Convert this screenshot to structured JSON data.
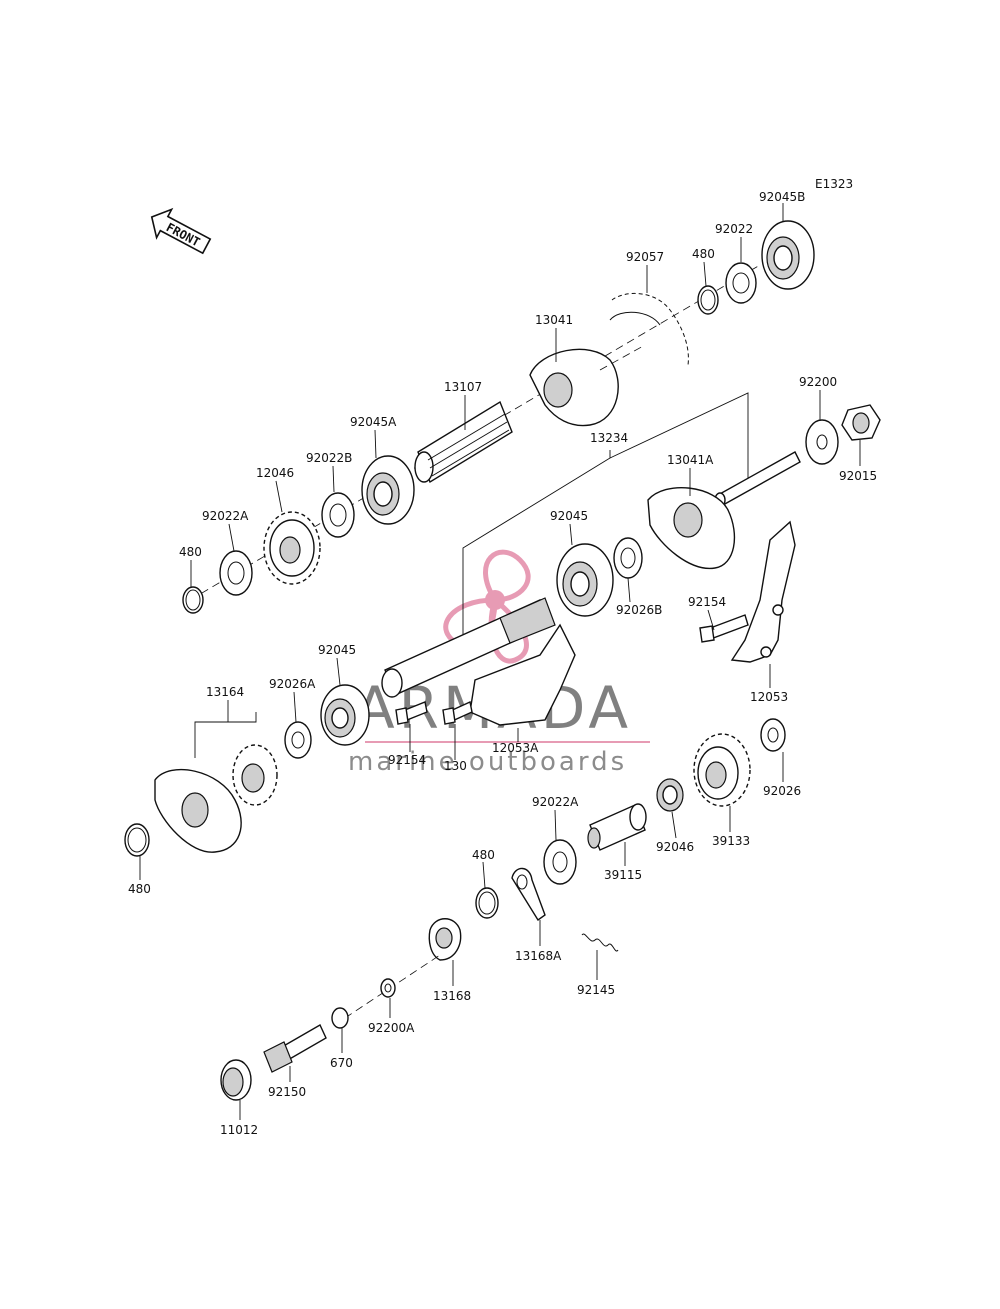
{
  "diagram": {
    "code": "E1323",
    "front_label": "FRONT"
  },
  "watermark": {
    "brand": "ARMADA",
    "tagline": "marine outboards",
    "accent_color": "#e38aa8"
  },
  "part_labels": [
    "92045B",
    "92022",
    "480",
    "92057",
    "13041",
    "13107",
    "92045A",
    "92022B",
    "12046",
    "92022A",
    "480",
    "13234",
    "13041A",
    "92200",
    "92015",
    "92045",
    "92026B",
    "92154",
    "12053",
    "92045",
    "92026A",
    "13164",
    "92154",
    "130",
    "12053A",
    "480",
    "92026",
    "39133",
    "92046",
    "39115",
    "92022A",
    "480",
    "13168A",
    "92145",
    "13168",
    "92200A",
    "670",
    "92150",
    "11012"
  ]
}
